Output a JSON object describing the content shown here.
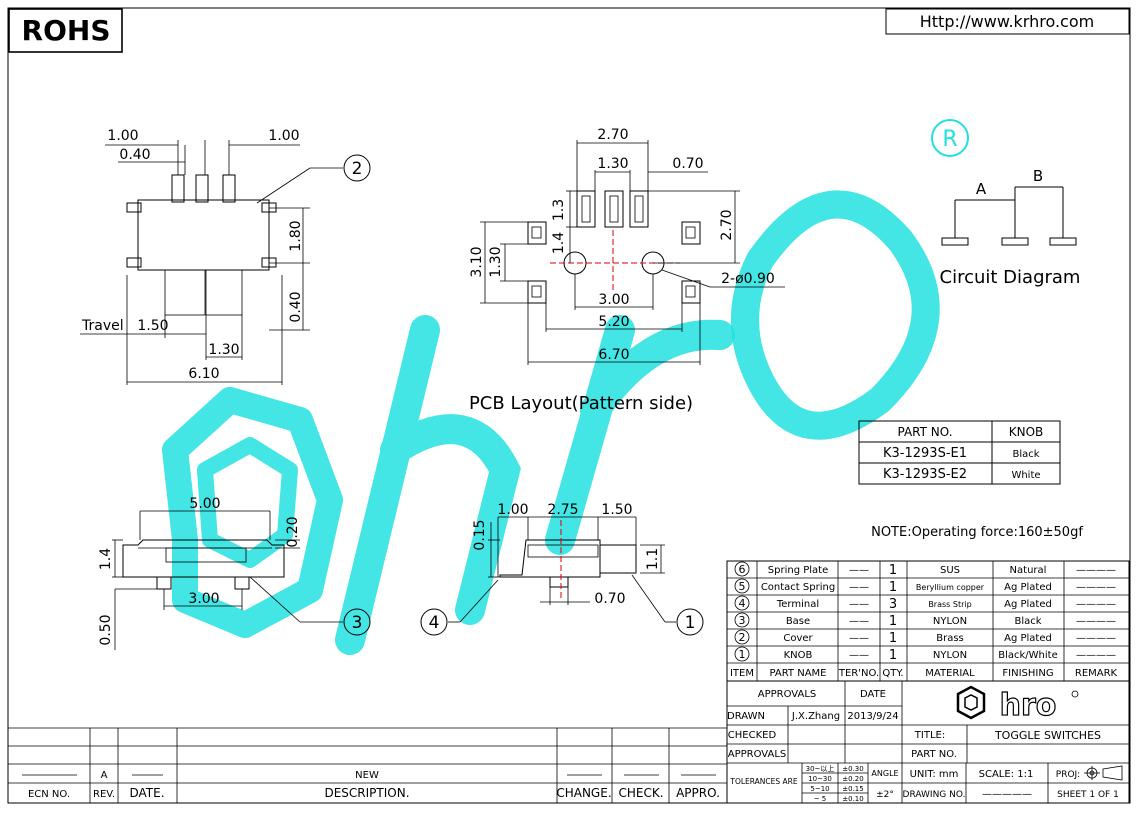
{
  "header": {
    "rohs_label": "ROHS",
    "website": "Http://www.krhro.com"
  },
  "registered_mark": "R",
  "top_view": {
    "dims": {
      "pin_width_left": "1.00",
      "pin_gap": "0.40",
      "pin_width_right": "1.00",
      "body_height": "1.80",
      "terminal_gap": "0.40",
      "travel_label": "Travel",
      "travel": "1.50",
      "knob_width": "1.30",
      "overall_length": "6.10"
    },
    "balloon": "2"
  },
  "pcb_layout": {
    "title": "PCB Layout(Pattern side)",
    "dims": {
      "pad_span": "2.70",
      "pad_pitch": "1.30",
      "pad_width": "0.70",
      "pad_length": "1.3",
      "pad_offset": "1.4",
      "row_span": "2.70",
      "height_outer": "3.10",
      "height_inner": "1.30",
      "hole_note": "2-ø0.90",
      "hole_pitch": "3.00",
      "anchor_span": "5.20",
      "overall": "6.70"
    }
  },
  "circuit": {
    "title": "Circuit Diagram",
    "label_a": "A",
    "label_b": "B"
  },
  "front_view": {
    "dims": {
      "length": "5.00",
      "height": "1.4",
      "top": "0.20",
      "pin_pitch": "3.00",
      "standoff": "0.50"
    },
    "balloon": "3"
  },
  "side_view": {
    "dims": {
      "left": "1.00",
      "center": "2.75",
      "right": "1.50",
      "height": "0.15",
      "knob_height": "1.1",
      "pin": "0.70"
    },
    "balloon_left": "4",
    "balloon_right": "1"
  },
  "knob_table": {
    "headers": [
      "PART NO.",
      "KNOB"
    ],
    "rows": [
      {
        "part": "K3-1293S-E1",
        "knob": "Black"
      },
      {
        "part": "K3-1293S-E2",
        "knob": "White"
      }
    ]
  },
  "note": "NOTE:Operating force:160±50gf",
  "bom": {
    "rows": [
      {
        "item": "6",
        "name": "Spring Plate",
        "ter": "——",
        "qty": "1",
        "material": "SUS",
        "finishing": "Natural",
        "remark": "————"
      },
      {
        "item": "5",
        "name": "Contact Spring",
        "ter": "——",
        "qty": "1",
        "material": "Beryllium copper",
        "finishing": "Ag Plated",
        "remark": "————"
      },
      {
        "item": "4",
        "name": "Terminal",
        "ter": "——",
        "qty": "3",
        "material": "Brass Strip",
        "finishing": "Ag Plated",
        "remark": "————"
      },
      {
        "item": "3",
        "name": "Base",
        "ter": "——",
        "qty": "1",
        "material": "NYLON",
        "finishing": "Black",
        "remark": "————"
      },
      {
        "item": "2",
        "name": "Cover",
        "ter": "——",
        "qty": "1",
        "material": "Brass",
        "finishing": "Ag Plated",
        "remark": "————"
      },
      {
        "item": "1",
        "name": "KNOB",
        "ter": "——",
        "qty": "1",
        "material": "NYLON",
        "finishing": "Black/White",
        "remark": "————"
      }
    ],
    "headers": {
      "item": "ITEM",
      "name": "PART NAME",
      "ter": "TER'NO.",
      "qty": "QTY.",
      "material": "MATERIAL",
      "finishing": "FINISHING",
      "remark": "REMARK"
    }
  },
  "title_block": {
    "approvals": "APPROVALS",
    "date": "DATE",
    "drawn": "DRAWN",
    "drawn_by": "J.X.Zhang",
    "drawn_date": "2013/9/24",
    "checked": "CHECKED",
    "approvals2": "APPROVALS",
    "tolerances": "TOLERANCES ARE",
    "tol_ranges": [
      "30~以上",
      "10~30",
      "5~10",
      "~ 5"
    ],
    "tol_values": [
      "±0.30",
      "±0.20",
      "±0.15",
      "±0.10"
    ],
    "angle": "ANGLE",
    "angle_value": "±2°",
    "title_label": "TITLE:",
    "title_value": "TOGGLE SWITCHES",
    "part_no": "PART NO.",
    "unit": "UNIT: mm",
    "scale": "SCALE:  1:1",
    "proj": "PROJ:",
    "drawing_no": "DRAWING NO.",
    "drawing_no_value": "—————",
    "sheet": "SHEET   1  OF  1",
    "logo_text": "hro"
  },
  "revision_block": {
    "row_rev": "A",
    "row_desc": "NEW",
    "headers": [
      "ECN NO.",
      "REV.",
      "DATE.",
      "DESCRIPTION.",
      "CHANGE.",
      "CHECK.",
      "APPRO."
    ]
  }
}
